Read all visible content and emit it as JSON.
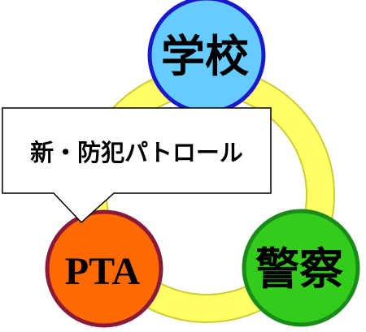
{
  "diagram": {
    "nodes": {
      "school": {
        "label": "学校",
        "fill": "#66ccff",
        "stroke": "#1a1acc"
      },
      "pta": {
        "label": "PTA",
        "fill": "#ff6a00",
        "stroke": "#8a1a3a"
      },
      "police": {
        "label": "警察",
        "fill": "#33cc1a",
        "stroke": "#1a8a1a"
      }
    },
    "ring": {
      "fill": "#ffff66",
      "stroke": "#cccc33"
    },
    "callout": {
      "text": "新・防犯パトロール"
    }
  }
}
